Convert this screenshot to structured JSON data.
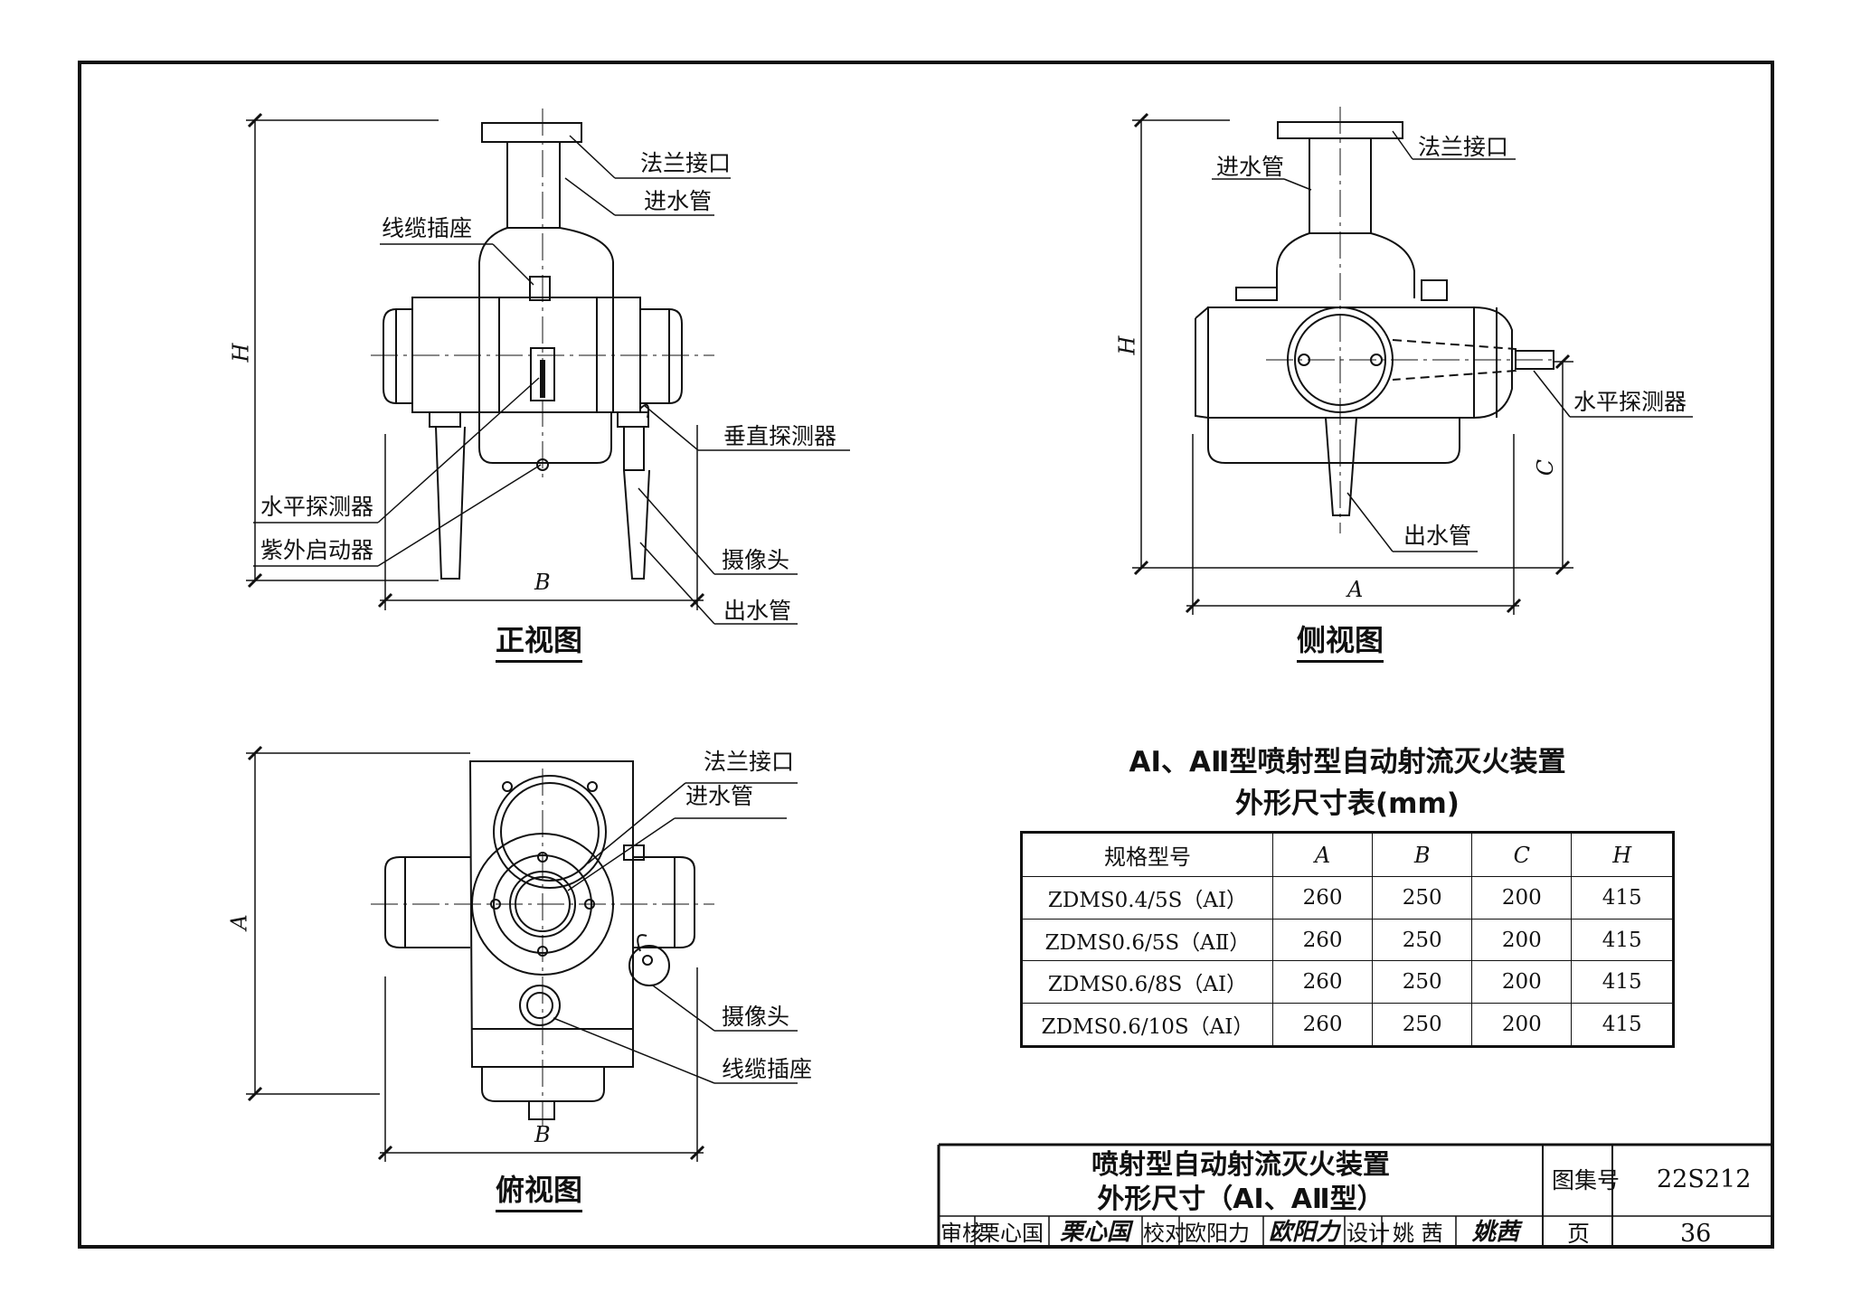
{
  "front_view": {
    "title": "正视图",
    "labels": {
      "flange": "法兰接口",
      "inlet": "进水管",
      "cable_socket": "线缆插座",
      "vertical_detector": "垂直探测器",
      "horizontal_detector": "水平探测器",
      "uv_starter": "紫外启动器",
      "camera": "摄像头",
      "outlet": "出水管"
    },
    "dims": {
      "height": "H",
      "width": "B"
    }
  },
  "side_view": {
    "title": "侧视图",
    "labels": {
      "flange": "法兰接口",
      "inlet": "进水管",
      "horizontal_detector": "水平探测器",
      "outlet": "出水管"
    },
    "dims": {
      "height": "H",
      "c": "C",
      "width": "A"
    }
  },
  "top_view": {
    "title": "俯视图",
    "labels": {
      "flange": "法兰接口",
      "inlet": "进水管",
      "camera": "摄像头",
      "cable_socket": "线缆插座"
    },
    "dims": {
      "height": "A",
      "width": "B"
    }
  },
  "table": {
    "title_line1": "AⅠ、AⅡ型喷射型自动射流灭火装置",
    "title_line2": "外形尺寸表(mm)",
    "headers": [
      "规格型号",
      "A",
      "B",
      "C",
      "H"
    ],
    "rows": [
      [
        "ZDMS0.4/5S（AⅠ）",
        "260",
        "250",
        "200",
        "415"
      ],
      [
        "ZDMS0.6/5S（AⅡ）",
        "260",
        "250",
        "200",
        "415"
      ],
      [
        "ZDMS0.6/8S（AⅠ）",
        "260",
        "250",
        "200",
        "415"
      ],
      [
        "ZDMS0.6/10S（AⅠ）",
        "260",
        "250",
        "200",
        "415"
      ]
    ]
  },
  "title_block": {
    "title_line1": "喷射型自动射流灭火装置",
    "title_line2": "外形尺寸（AⅠ、AⅡ型）",
    "atlas_label": "图集号",
    "atlas_no": "22S212",
    "page_label": "页",
    "page_no": "36",
    "review_label": "审核",
    "reviewer": "栗心国",
    "reviewer_sig": "栗心国",
    "check_label": "校对",
    "checker": "欧阳力",
    "checker_sig": "欧阳力",
    "design_label": "设计",
    "designer": "姚 茜",
    "designer_sig": "姚茜"
  }
}
